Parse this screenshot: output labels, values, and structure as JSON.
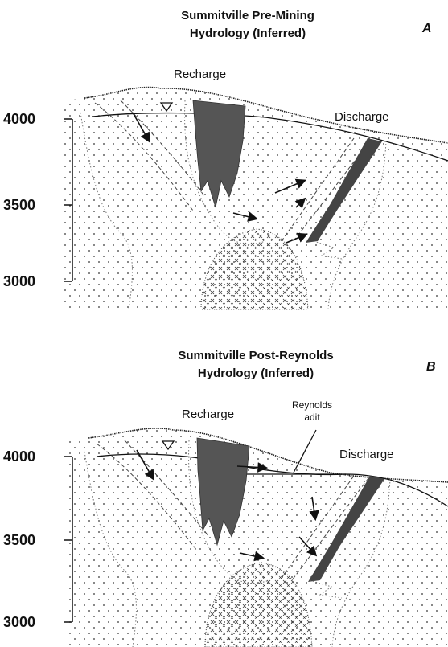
{
  "panels": [
    {
      "id": "A",
      "title_line1": "Summitville Pre-Mining",
      "title_line2": "Hydrology (Inferred)",
      "panel_letter": "A",
      "recharge_label": "Recharge",
      "discharge_label": "Discharge",
      "elevation_ticks": [
        "4000",
        "3500",
        "3000"
      ]
    },
    {
      "id": "B",
      "title_line1": "Summitville Post-Reynolds",
      "title_line2": "Hydrology (Inferred)",
      "panel_letter": "B",
      "recharge_label": "Recharge",
      "adit_label_line1": "Reynolds",
      "adit_label_line2": "adit",
      "discharge_label": "Discharge",
      "elevation_ticks": [
        "4000",
        "3500",
        "3000"
      ]
    }
  ]
}
